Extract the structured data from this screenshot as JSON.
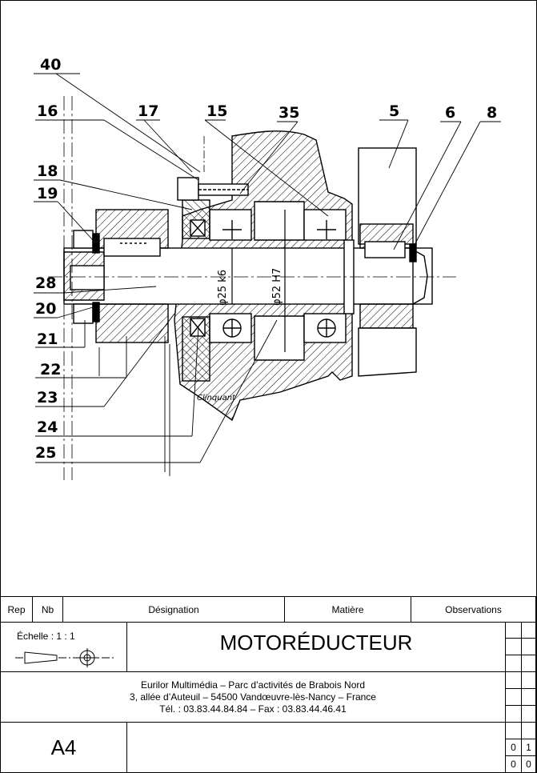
{
  "drawing": {
    "part_labels": [
      "40",
      "16",
      "17",
      "15",
      "35",
      "5",
      "6",
      "8",
      "18",
      "19",
      "28",
      "20",
      "21",
      "22",
      "23",
      "24",
      "25"
    ],
    "dimensions": {
      "shaft": "φ25 k6",
      "bore": "φ52 H7"
    },
    "note": "Clinquant"
  },
  "title_block": {
    "headers": {
      "rep": "Rep",
      "nb": "Nb",
      "designation": "Désignation",
      "matiere": "Matière",
      "observations": "Observations"
    },
    "scale": "Échelle : 1 : 1",
    "title": "MOTORÉDUCTEUR",
    "company": {
      "line1": "Eurilor Multimédia – Parc d’activités de Brabois Nord",
      "line2": "3, allée d’Auteuil – 54500 Vandœuvre-lès-Nancy – France",
      "line3": "Tél. : 03.83.44.84.84 – Fax : 03.83.44.46.41"
    },
    "format": "A4",
    "revision_cells": [
      "0",
      "1",
      "0",
      "0"
    ]
  }
}
